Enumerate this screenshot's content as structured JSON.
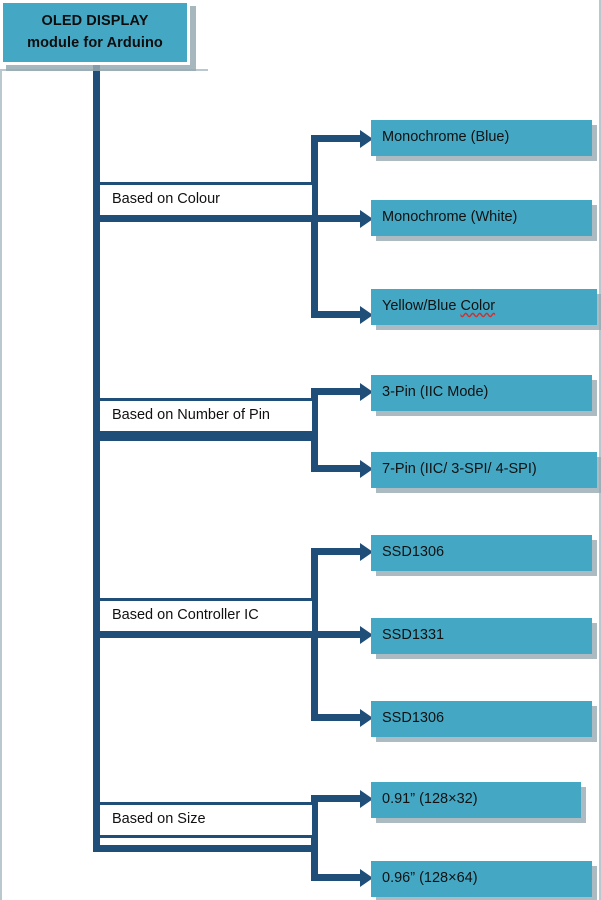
{
  "diagram": {
    "type": "tree",
    "root": {
      "title_line_1": "OLED DISPLAY",
      "title_line_2": "module for Arduino"
    },
    "colors": {
      "leaf_box_fill": "#44a8c4",
      "root_box_fill": "#44a8c4",
      "connector": "#1f4e79",
      "category_border": "#1f4e79",
      "category_fill": "#ffffff",
      "text": "#111111",
      "shadow": "#96aab2",
      "spellcheck_underline": "#d03030"
    },
    "branches": [
      {
        "label": "Based on Colour",
        "leaves": [
          {
            "label": "Monochrome (Blue)"
          },
          {
            "label": "Monochrome (White)"
          },
          {
            "label_before": "Yellow/Blue ",
            "label_misspelled": "Color",
            "label": "Yellow/Blue Color"
          }
        ]
      },
      {
        "label": "Based on Number  of Pin",
        "leaves": [
          {
            "label": "3-Pin (IIC Mode)"
          },
          {
            "label": "7-Pin (IIC/ 3-SPI/ 4-SPI)"
          }
        ]
      },
      {
        "label": "Based on Controller IC",
        "leaves": [
          {
            "label": "SSD1306"
          },
          {
            "label": "SSD1331"
          },
          {
            "label": "SSD1306"
          }
        ]
      },
      {
        "label": "Based on Size",
        "leaves": [
          {
            "label": "0.91” (128×32)"
          },
          {
            "label": "0.96” (128×64)"
          }
        ]
      }
    ]
  }
}
